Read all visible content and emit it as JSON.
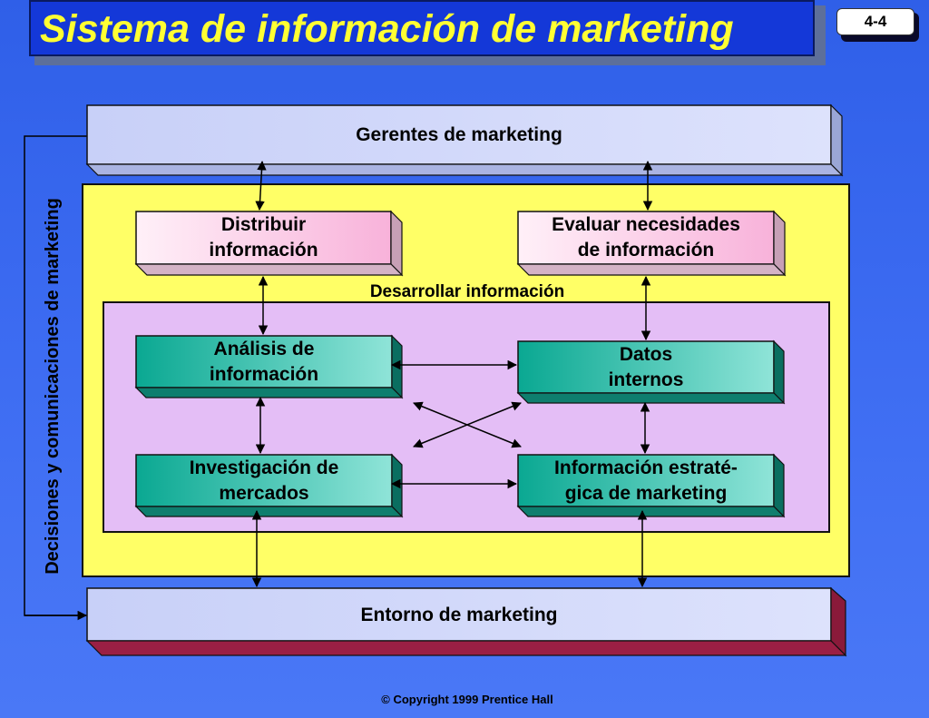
{
  "slide": {
    "title": "Sistema de información de marketing",
    "number": "4-4",
    "copyright": "© Copyright 1999 Prentice Hall"
  },
  "diagram": {
    "top_box": "Gerentes de marketing",
    "bottom_box": "Entorno de marketing",
    "side_label": "Decisiones y comunicaciones de marketing",
    "develop_label": "Desarrollar información",
    "distribute": [
      "Distribuir",
      "información"
    ],
    "assess": [
      "Evaluar necesidades",
      "de información"
    ],
    "analysis": [
      "Análisis de",
      "información"
    ],
    "internal": [
      "Datos",
      "internos"
    ],
    "research": [
      "Investigación de",
      "mercados"
    ],
    "intelligence": [
      "Información estraté-",
      "gica de marketing"
    ]
  },
  "colors": {
    "background": "#3d6cf2",
    "title_bg": "#1438d8",
    "title_text": "#ffff33",
    "lavender_box": "#c8d0f8",
    "pink_box": "#fcc8e6",
    "teal_box": "#3cc6b0",
    "yellow_panel": "#ffff66",
    "purple_panel": "#e4bef6"
  }
}
